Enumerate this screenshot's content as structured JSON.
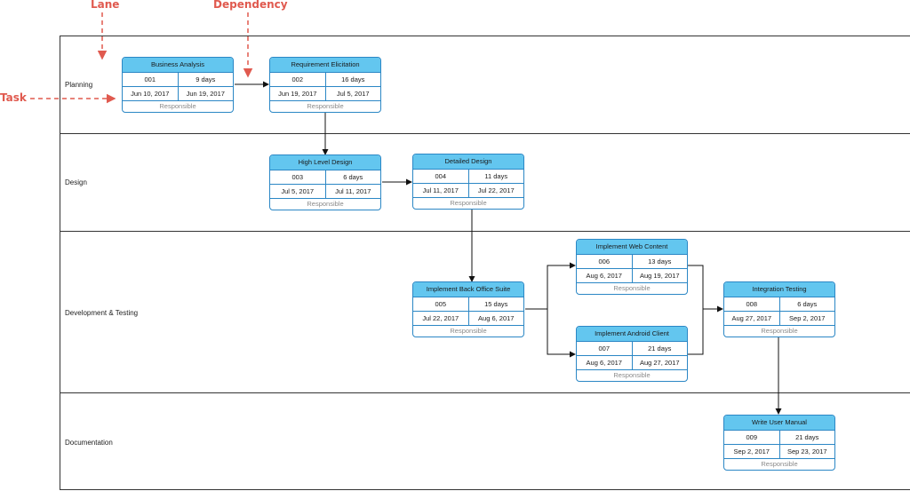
{
  "callouts": {
    "lane": "Lane",
    "dependency": "Dependency",
    "task": "Task"
  },
  "lanes": [
    {
      "label": "Planning"
    },
    {
      "label": "Design"
    },
    {
      "label": "Development & Testing"
    },
    {
      "label": "Documentation"
    }
  ],
  "responsible_label": "Responsible",
  "tasks": {
    "t001": {
      "title": "Business Analysis",
      "id": "001",
      "duration": "9 days",
      "start": "Jun 10, 2017",
      "end": "Jun 19, 2017"
    },
    "t002": {
      "title": "Requirement Elicitation",
      "id": "002",
      "duration": "16 days",
      "start": "Jun 19, 2017",
      "end": "Jul 5, 2017"
    },
    "t003": {
      "title": "High Level Design",
      "id": "003",
      "duration": "6 days",
      "start": "Jul 5, 2017",
      "end": "Jul 11, 2017"
    },
    "t004": {
      "title": "Detailed Design",
      "id": "004",
      "duration": "11 days",
      "start": "Jul 11, 2017",
      "end": "Jul 22, 2017"
    },
    "t005": {
      "title": "Implement Back Office Suite",
      "id": "005",
      "duration": "15 days",
      "start": "Jul 22, 2017",
      "end": "Aug 6, 2017"
    },
    "t006": {
      "title": "Implement Web Content",
      "id": "006",
      "duration": "13 days",
      "start": "Aug 6, 2017",
      "end": "Aug 19, 2017"
    },
    "t007": {
      "title": "Implement Android Client",
      "id": "007",
      "duration": "21 days",
      "start": "Aug 6, 2017",
      "end": "Aug 27, 2017"
    },
    "t008": {
      "title": "Integration Testing",
      "id": "008",
      "duration": "6 days",
      "start": "Aug 27, 2017",
      "end": "Sep 2, 2017"
    },
    "t009": {
      "title": "Write User Manual",
      "id": "009",
      "duration": "21 days",
      "start": "Sep 2, 2017",
      "end": "Sep 23, 2017"
    }
  },
  "colors": {
    "callout": "#e05a4f",
    "task_header": "#63c6ef",
    "task_border": "#2b87c5"
  }
}
